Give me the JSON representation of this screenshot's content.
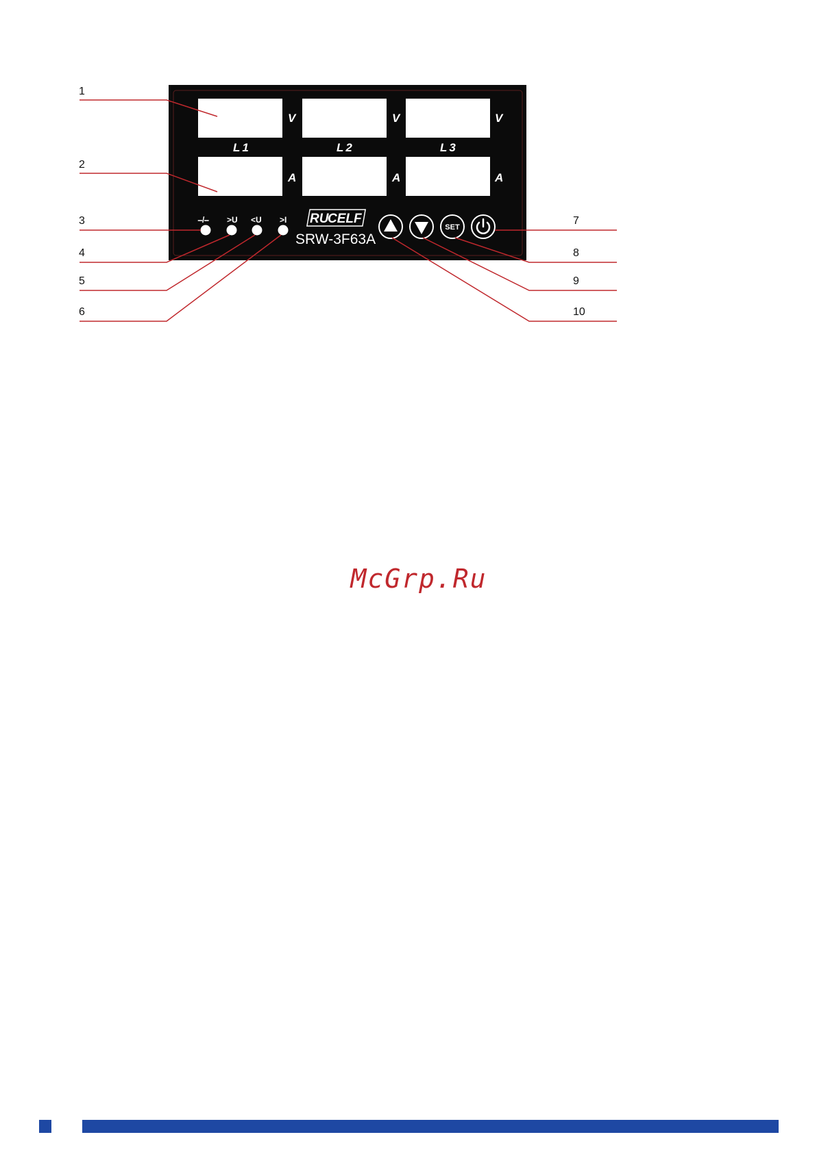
{
  "callouts": {
    "left": [
      "1",
      "2",
      "3",
      "4",
      "5",
      "6"
    ],
    "right": [
      "7",
      "8",
      "9",
      "10"
    ]
  },
  "panel": {
    "units_voltage": [
      "V",
      "V",
      "V"
    ],
    "units_current": [
      "A",
      "A",
      "A"
    ],
    "phases": [
      "L1",
      "L2",
      "L3"
    ],
    "led_labels": [
      "⎯/⎯",
      ">U",
      "<U",
      ">I"
    ],
    "brand_prefix": "RU",
    "brand_suffix": "CELF",
    "model": "SRW-3F63A",
    "set_label": "SET"
  },
  "icons": [
    "up-arrow-icon",
    "down-arrow-icon",
    "power-icon"
  ],
  "watermark": "McGrp.Ru",
  "colors": {
    "panel": "#0b0b0b",
    "leader_line": "#c0282d",
    "watermark": "#c0282d",
    "footer": "#1e48a3"
  }
}
